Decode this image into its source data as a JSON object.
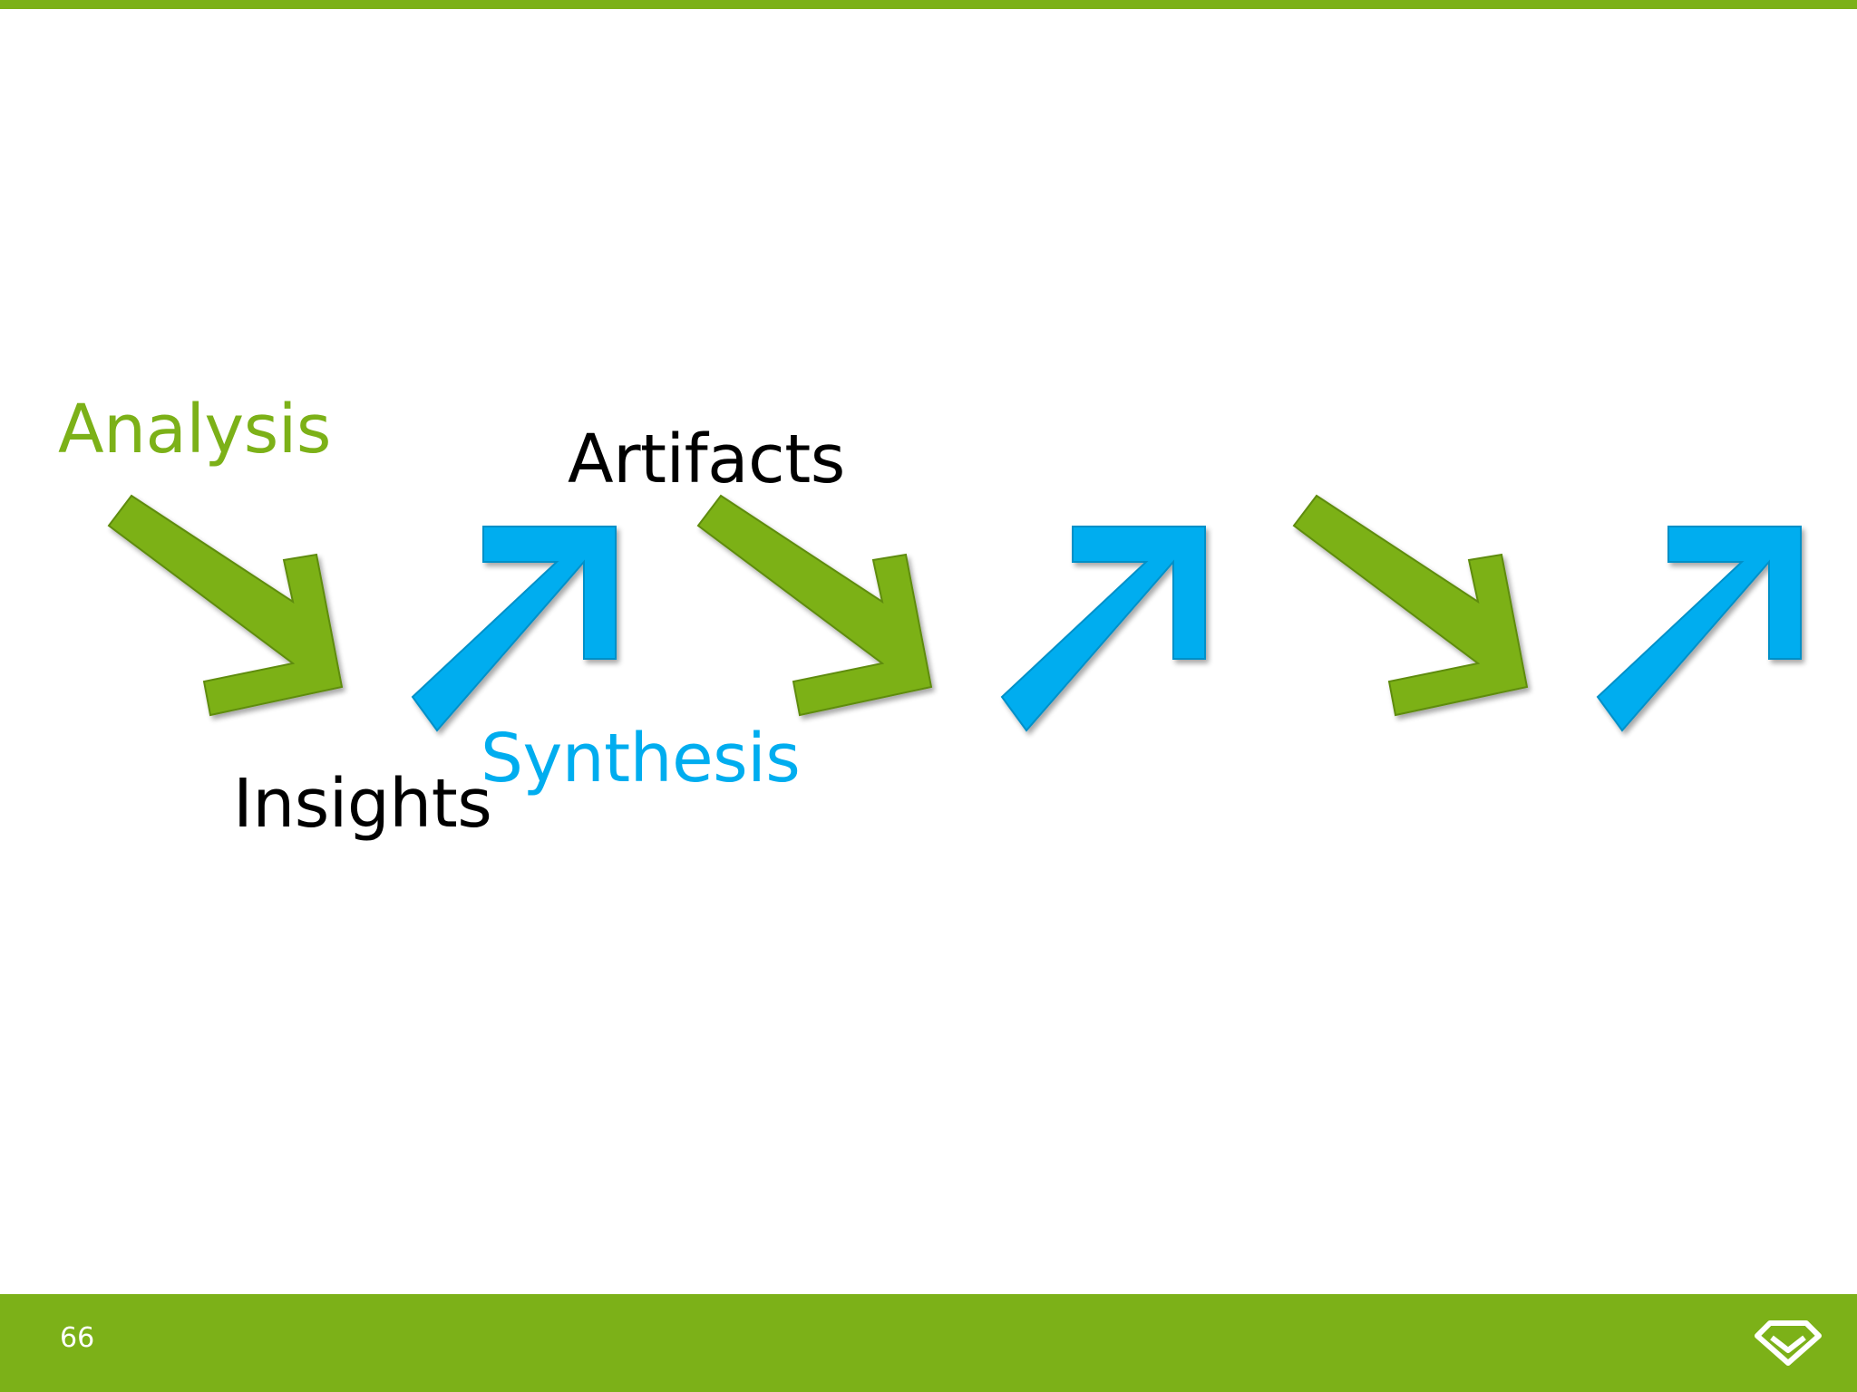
{
  "colors": {
    "green": "#7cb118",
    "blue": "#00adef",
    "text_dark": "#000000",
    "background": "#ffffff"
  },
  "diagram": {
    "labels": {
      "analysis": "Analysis",
      "artifacts": "Artifacts",
      "insights": "Insights",
      "synthesis": "Synthesis"
    },
    "arrow_sequence": [
      {
        "direction": "down-right",
        "color": "green"
      },
      {
        "direction": "up-right",
        "color": "blue"
      },
      {
        "direction": "down-right",
        "color": "green"
      },
      {
        "direction": "up-right",
        "color": "blue"
      },
      {
        "direction": "down-right",
        "color": "green"
      },
      {
        "direction": "up-right",
        "color": "blue"
      }
    ]
  },
  "footer": {
    "page_number": "66",
    "logo_icon": "diamond-logo-icon"
  }
}
